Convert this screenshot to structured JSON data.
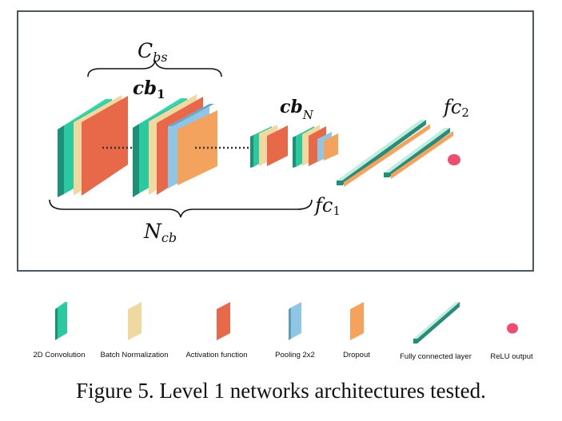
{
  "diagram": {
    "labels": {
      "c": "C",
      "bs": "bs",
      "cb": "cb",
      "one": "1",
      "n_sub": "N",
      "n_big": "N",
      "cb_sub": "cb",
      "fc": "fc",
      "fc1_sub": "1",
      "fc2_sub": "2"
    }
  },
  "legend": {
    "items": [
      {
        "label": "2D Convolution",
        "icon": "conv-icon",
        "color": "#2bc9a0"
      },
      {
        "label": "Batch Normalization",
        "icon": "batchnorm-icon",
        "color": "#efd9a0"
      },
      {
        "label": "Activation function",
        "icon": "activation-icon",
        "color": "#e8684a"
      },
      {
        "label": "Pooling 2x2",
        "icon": "pooling-icon",
        "color": "#8fc6e6"
      },
      {
        "label": "Dropout",
        "icon": "dropout-icon",
        "color": "#f3a35e"
      },
      {
        "label": "Fully connected layer",
        "icon": "fc-layer-icon",
        "color": "#2a8c78"
      },
      {
        "label": "ReLU output",
        "icon": "relu-output-icon",
        "color": "#ee4d72"
      }
    ]
  },
  "caption": "Figure 5. Level 1 networks architectures tested."
}
